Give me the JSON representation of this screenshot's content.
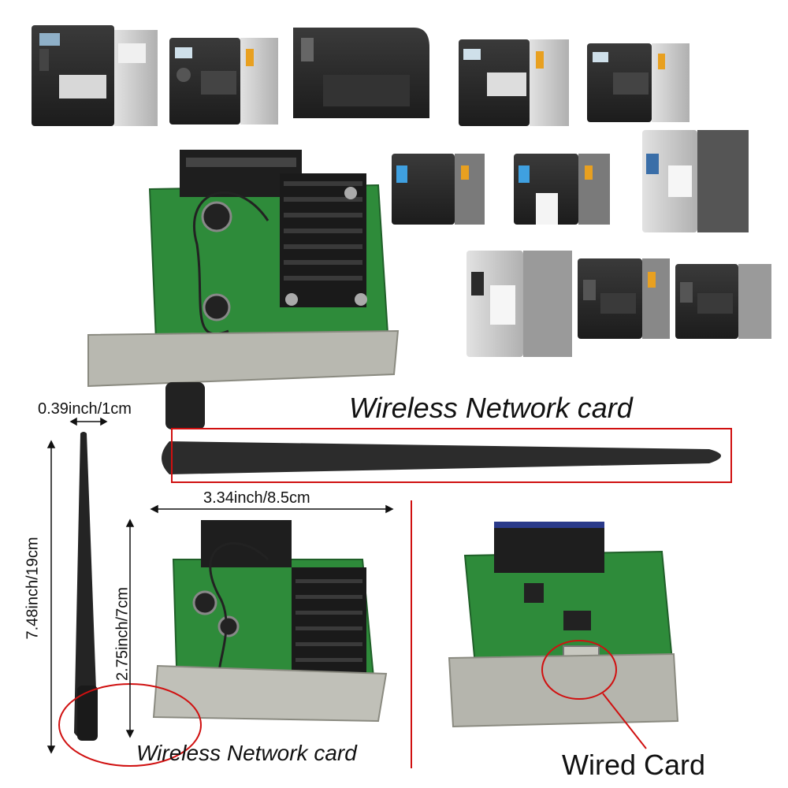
{
  "labels": {
    "wireless_top": "Wireless Network card",
    "wireless_bottom": "Wireless Network card",
    "wired": "Wired Card",
    "width_small": "0.39inch/1cm",
    "width_card": "3.34inch/8.5cm",
    "height_antenna": "7.48inch/19cm",
    "height_card": "2.75inch/7cm"
  },
  "colors": {
    "highlight": "#d01010",
    "pcb": "#2e8b3a",
    "printer_body": "#2a2a2a",
    "printer_silver": "#c8c8c8",
    "bracket": "#b8b8b0"
  }
}
